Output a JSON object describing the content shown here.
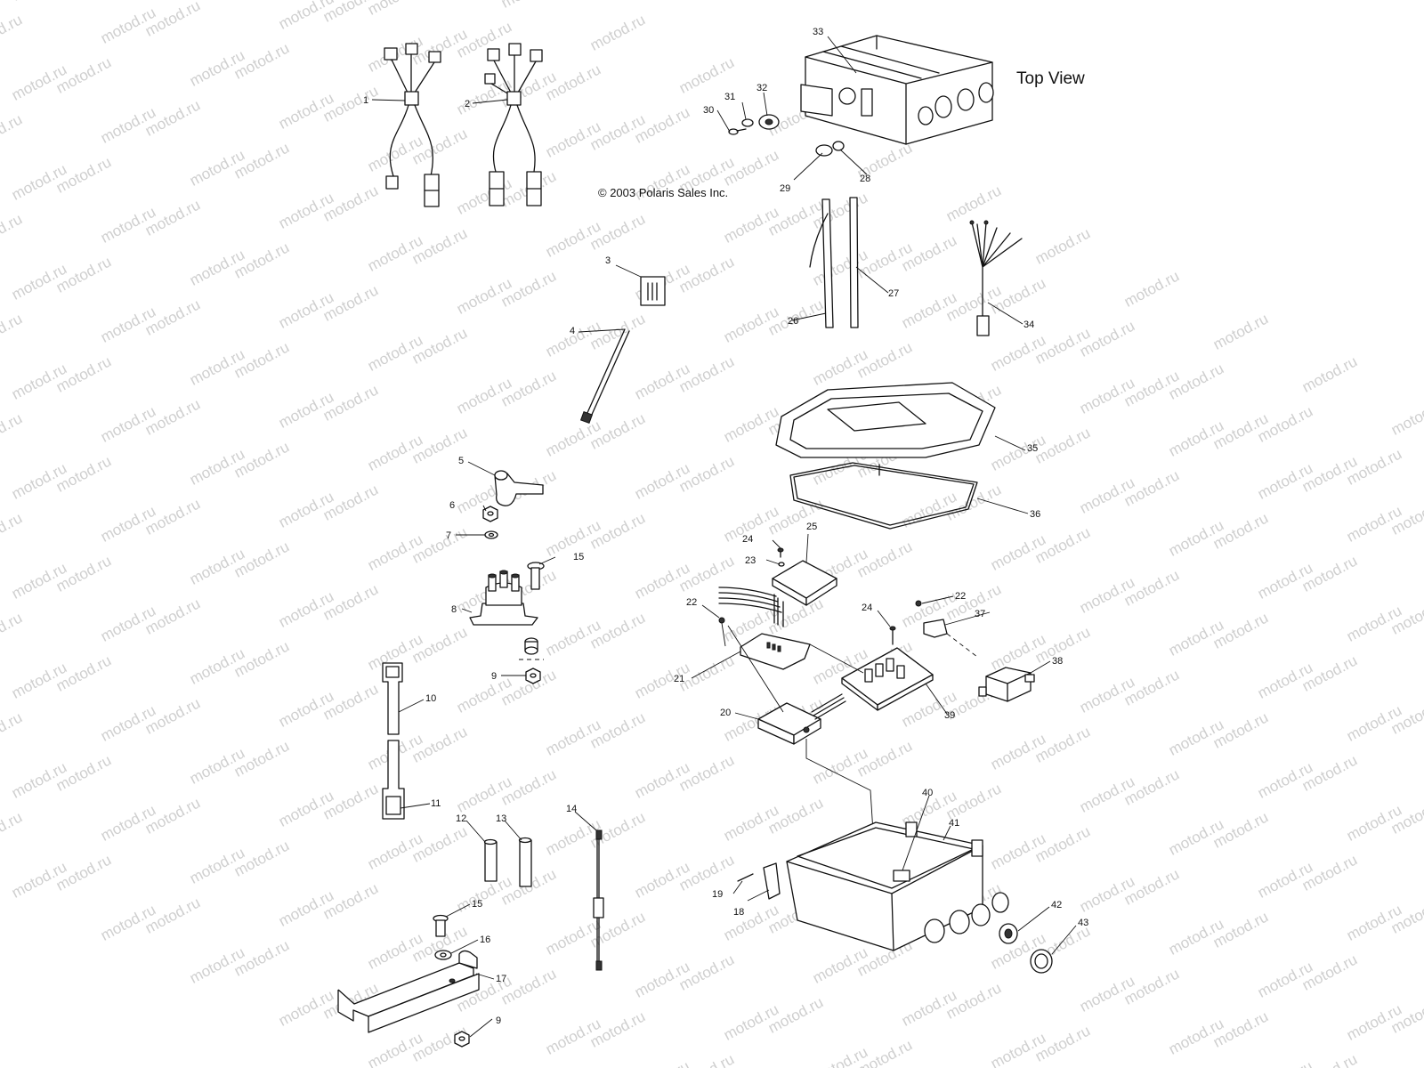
{
  "diagram": {
    "view_label": "Top View",
    "copyright": "© 2003 Polaris Sales Inc.",
    "watermark": "motod.ru",
    "callouts": [
      "1",
      "2",
      "3",
      "4",
      "5",
      "6",
      "7",
      "8",
      "9",
      "9",
      "10",
      "11",
      "12",
      "13",
      "14",
      "15",
      "15",
      "16",
      "17",
      "18",
      "19",
      "20",
      "21",
      "22",
      "22",
      "23",
      "24",
      "24",
      "25",
      "26",
      "27",
      "28",
      "29",
      "30",
      "31",
      "32",
      "33",
      "34",
      "35",
      "36",
      "37",
      "38",
      "39",
      "40",
      "41",
      "42",
      "43"
    ]
  }
}
